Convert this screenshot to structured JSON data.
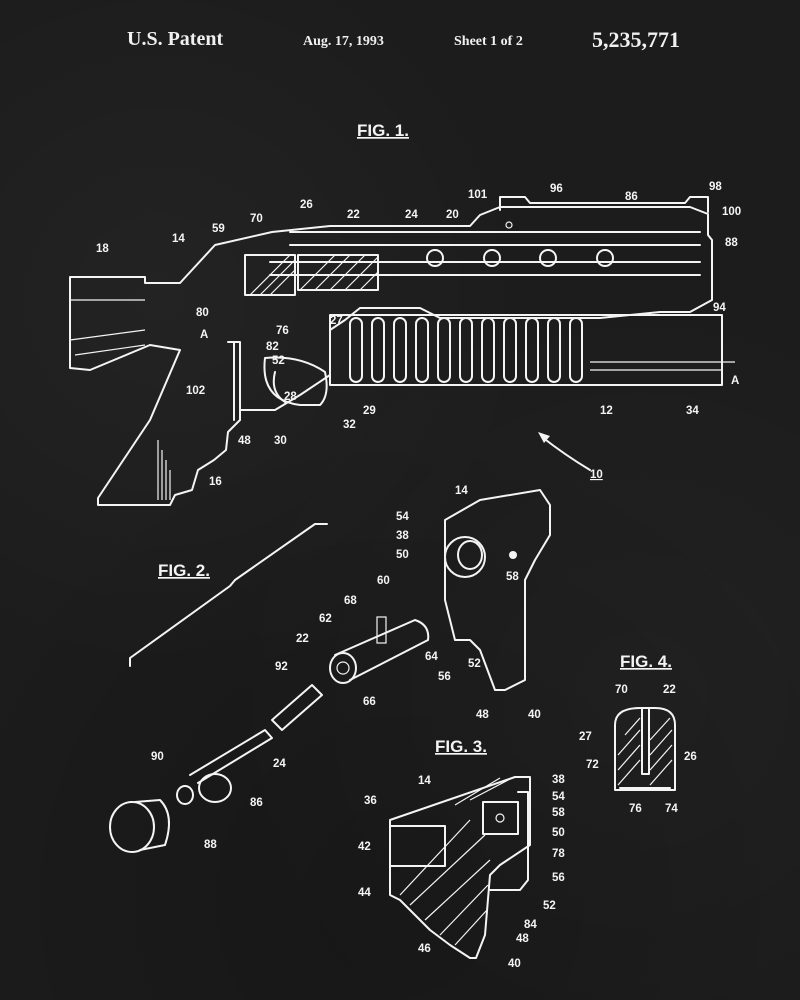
{
  "header": {
    "title": "U.S. Patent",
    "date": "Aug. 17, 1993",
    "sheet": "Sheet 1 of 2",
    "patent_number": "5,235,771"
  },
  "colors": {
    "background": "#1c1c1c",
    "ink": "#f4f4f4"
  },
  "figures": {
    "fig1": {
      "title": "FIG. 1.",
      "reference": "10",
      "section_marker": "A",
      "labels": [
        "18",
        "14",
        "59",
        "70",
        "26",
        "22",
        "24",
        "20",
        "101",
        "96",
        "86",
        "98",
        "100",
        "88",
        "80",
        "76",
        "27",
        "94",
        "82",
        "52",
        "102",
        "28",
        "29",
        "32",
        "30",
        "48",
        "12",
        "34",
        "16",
        "A",
        "A"
      ]
    },
    "fig2": {
      "title": "FIG. 2.",
      "labels": [
        "14",
        "54",
        "38",
        "50",
        "58",
        "60",
        "68",
        "62",
        "22",
        "64",
        "56",
        "52",
        "66",
        "92",
        "48",
        "40",
        "90",
        "24",
        "86",
        "88"
      ]
    },
    "fig3": {
      "title": "FIG. 3.",
      "labels": [
        "14",
        "36",
        "42",
        "44",
        "46",
        "38",
        "54",
        "58",
        "50",
        "78",
        "56",
        "52",
        "84",
        "48",
        "40"
      ]
    },
    "fig4": {
      "title": "FIG. 4.",
      "labels": [
        "70",
        "22",
        "27",
        "26",
        "72",
        "76",
        "74"
      ]
    }
  }
}
